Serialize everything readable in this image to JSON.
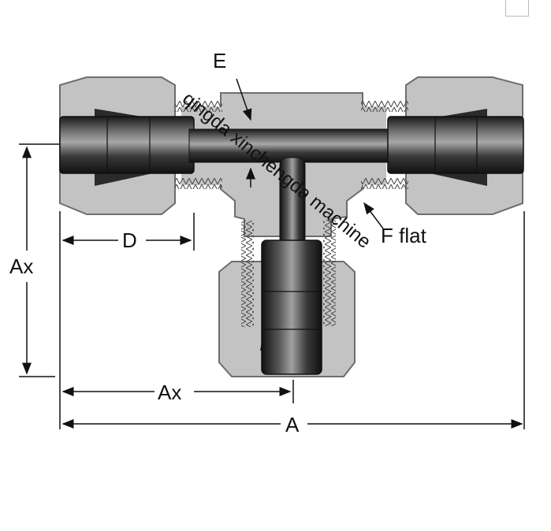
{
  "labels": {
    "e": "E",
    "f_flat": "F flat",
    "d": "D",
    "ax_vertical": "Ax",
    "ax_horizontal": "Ax",
    "a": "A"
  },
  "watermark": {
    "text": "qingda xinchengda machine"
  },
  "colors": {
    "body_gray": "#c3c3c3",
    "body_outline": "#6d6d6d",
    "tube_dark": "#222222",
    "tube_mid": "#555555",
    "tube_light": "#8a8a8a",
    "dimension_line": "#111111"
  }
}
